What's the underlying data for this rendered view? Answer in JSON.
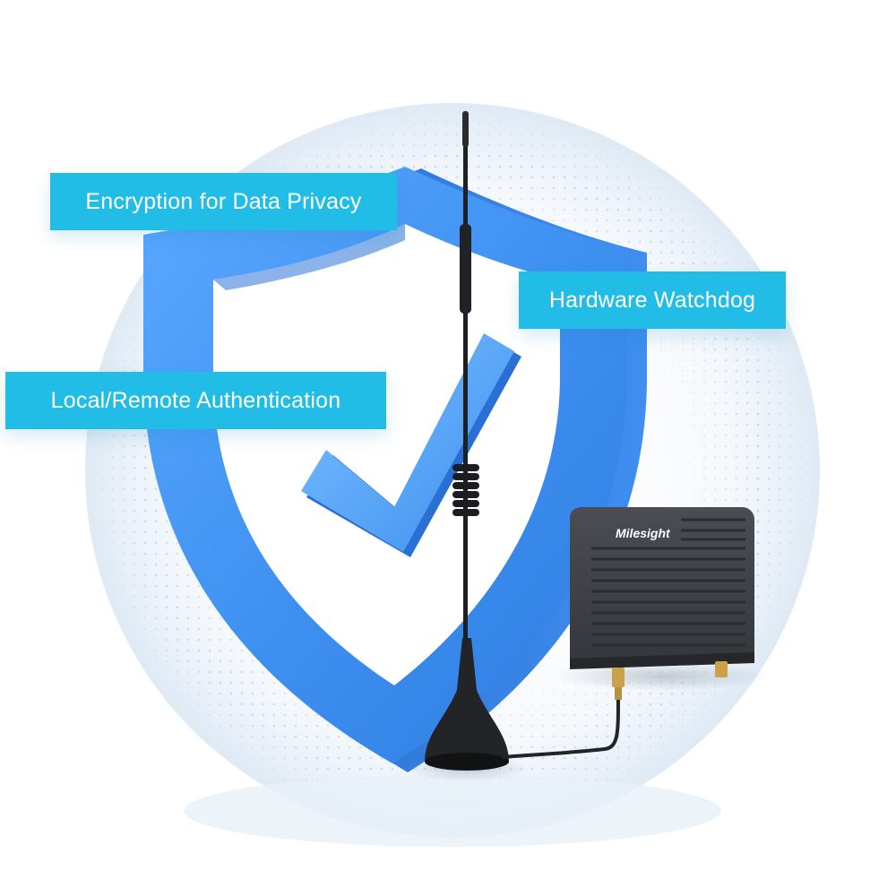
{
  "labels": [
    {
      "text": "Encryption for Data Privacy"
    },
    {
      "text": "Hardware Watchdog"
    },
    {
      "text": "Local/Remote Authentication"
    }
  ],
  "device": {
    "brand": "Milesight"
  },
  "icons": [
    "shield-icon",
    "checkmark-icon",
    "antenna-icon",
    "gateway-device-icon"
  ],
  "colors": {
    "label_bg": "#22bde6",
    "label_text": "#ffffff",
    "shield": "#3d8ff0",
    "device": "#3a3d42"
  }
}
